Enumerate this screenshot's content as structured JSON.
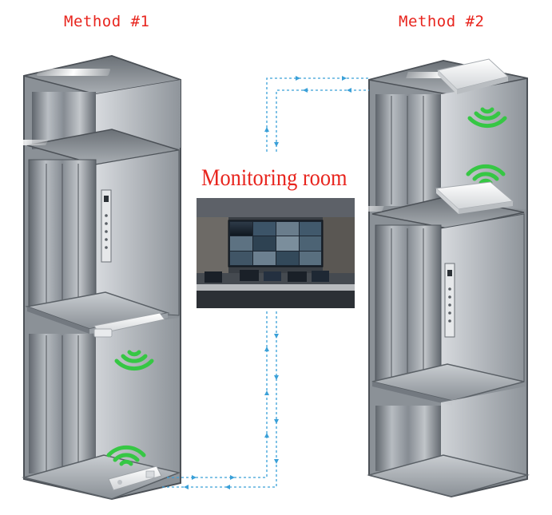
{
  "labels": {
    "method_1": "Method #1",
    "method_2": "Method #2",
    "monitoring_room": "Monitoring room"
  },
  "colors": {
    "label_red": "#e8251e",
    "arrow_blue": "#3aa0d8",
    "signal_green": "#3fd04a",
    "shaft_steel": "#7f858c"
  }
}
